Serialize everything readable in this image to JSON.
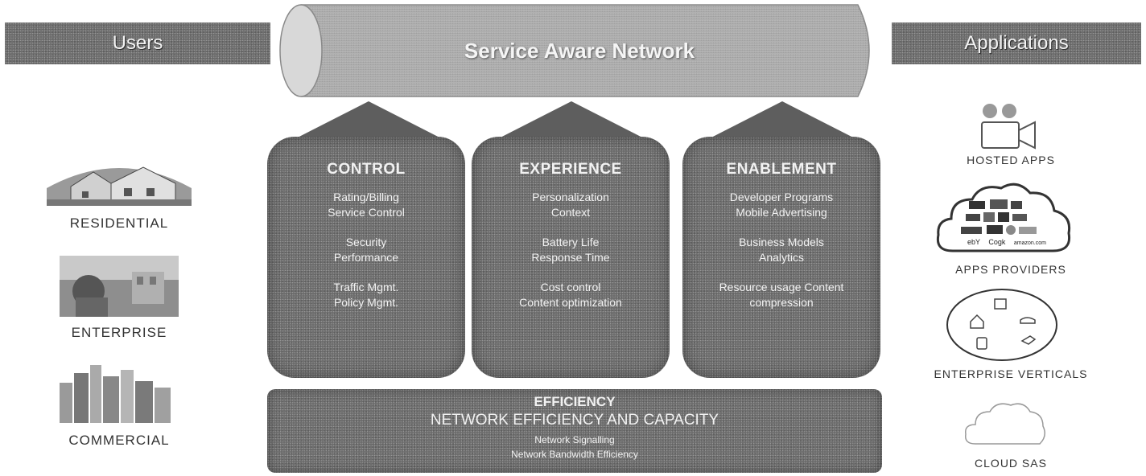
{
  "headers": {
    "users": "Users",
    "network": "Service Aware Network",
    "applications": "Applications"
  },
  "users": [
    {
      "label": "RESIDENTIAL"
    },
    {
      "label": "ENTERPRISE"
    },
    {
      "label": "COMMERCIAL"
    }
  ],
  "pillars": [
    {
      "title": "CONTROL",
      "groups": [
        [
          "Rating/Billing",
          "Service Control"
        ],
        [
          "Security",
          "Performance"
        ],
        [
          "Traffic Mgmt.",
          "Policy Mgmt."
        ]
      ]
    },
    {
      "title": "EXPERIENCE",
      "groups": [
        [
          "Personalization",
          "Context"
        ],
        [
          "Battery Life",
          "Response Time"
        ],
        [
          "Cost control",
          "Content optimization"
        ]
      ]
    },
    {
      "title": "ENABLEMENT",
      "groups": [
        [
          "Developer Programs",
          "Mobile Advertising"
        ],
        [
          "Business Models",
          "Analytics"
        ],
        [
          "Resource usage Content",
          "compression"
        ]
      ]
    }
  ],
  "efficiency": {
    "title": "EFFICIENCY",
    "subtitle": "NETWORK EFFICIENCY AND CAPACITY",
    "line1": "Network Signalling",
    "line2": "Network Bandwidth Efficiency"
  },
  "applications": [
    {
      "label": "HOSTED APPS"
    },
    {
      "label": "APPS PROVIDERS"
    },
    {
      "label": "ENTERPRISE VERTICALS"
    },
    {
      "label": "CLOUD SAS"
    }
  ],
  "app_logos": [
    "ebY",
    "Cogk",
    "amazon.com"
  ]
}
